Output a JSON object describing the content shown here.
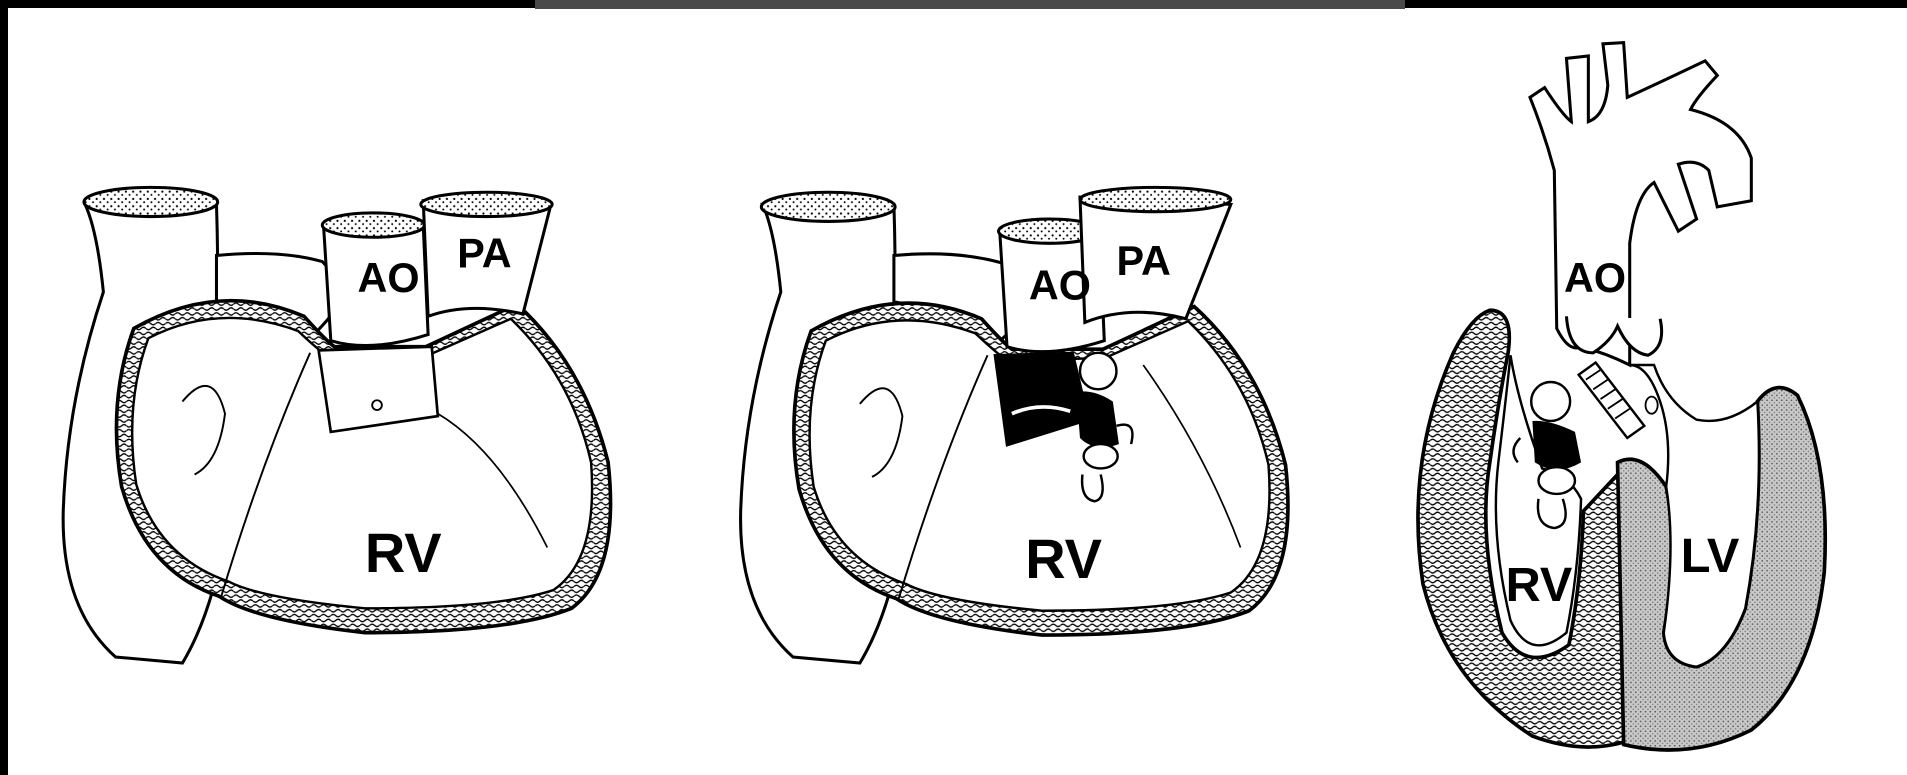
{
  "panels": [
    {
      "name": "left",
      "labels": {
        "aorta": "AO",
        "pulmonary_artery": "PA",
        "right_ventricle": "RV"
      }
    },
    {
      "name": "middle",
      "labels": {
        "aorta": "AO",
        "pulmonary_artery": "PA",
        "right_ventricle": "RV"
      }
    },
    {
      "name": "right",
      "labels": {
        "aorta": "AO",
        "right_ventricle": "RV",
        "left_ventricle": "LV"
      }
    }
  ],
  "colors": {
    "line": "#000000",
    "background": "#ffffff",
    "muscle_texture": "#000000",
    "lv_wall": "#bdbdbd"
  }
}
